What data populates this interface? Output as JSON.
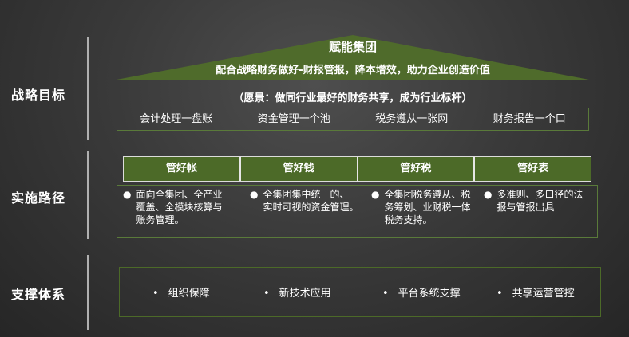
{
  "left_labels": {
    "strategy": "战略目标",
    "path": "实施路径",
    "support": "支撑体系"
  },
  "roof": {
    "title": "赋能集团",
    "subtitle": "配合战略财务做好-财报管报，降本增效，助力企业创造价值"
  },
  "vision": "（愿景：做同行业最好的财务共享，成为行业标杆）",
  "pillars": [
    "会计处理一盘账",
    "资金管理一个池",
    "税务遵从一张网",
    "财务报告一个口"
  ],
  "path_tabs": [
    "管好帐",
    "管好钱",
    "管好税",
    "管好表"
  ],
  "path_items": [
    {
      "bullet": "●",
      "lines": [
        "面向全集团、全产业",
        "覆盖、全模块核算与",
        "账务管理。"
      ]
    },
    {
      "bullet": "●",
      "lines": [
        "全集团集中统一的、",
        "实时可视的资金管理。"
      ]
    },
    {
      "bullet": "●",
      "lines": [
        "全集团税务遵从、税",
        "务筹划、业财税一体",
        "税务支持。"
      ]
    },
    {
      "bullet": "●",
      "lines": [
        "多准则、多口径的法",
        "报与管报出具"
      ]
    }
  ],
  "support_items": [
    {
      "bullet": "•",
      "label": "组织保障"
    },
    {
      "bullet": "•",
      "label": "新技术应用"
    },
    {
      "bullet": "•",
      "label": "平台系统支撑"
    },
    {
      "bullet": "•",
      "label": "共享运营管控"
    }
  ],
  "colors": {
    "accent_green": "#4c6a28",
    "roof_green": "#4f6b2b",
    "border_green": "#5a7a3a",
    "text": "#ffffff"
  }
}
